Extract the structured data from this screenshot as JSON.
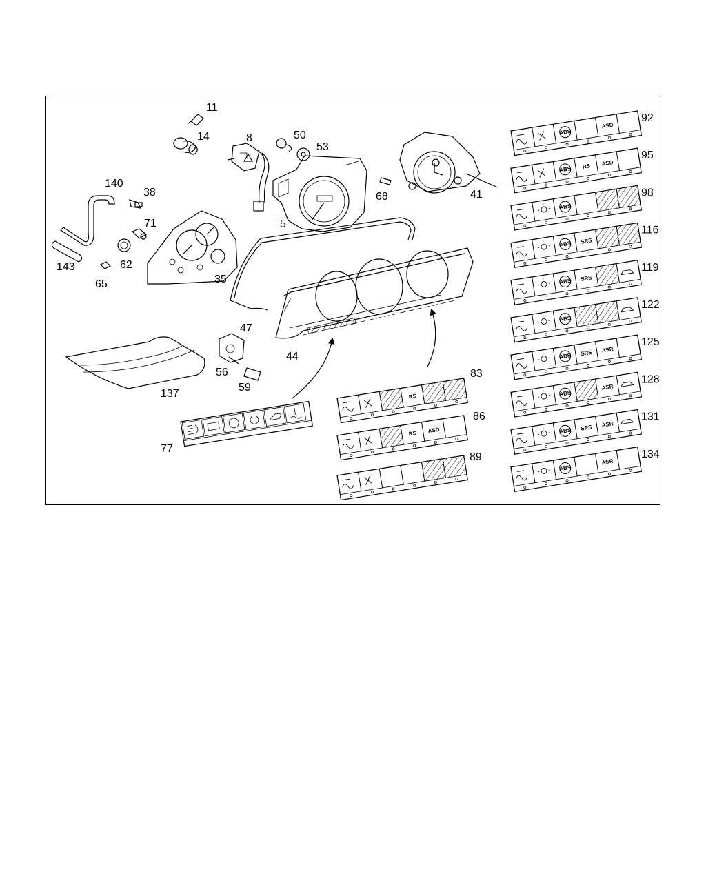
{
  "callouts": {
    "c11": "11",
    "c14": "14",
    "c8": "8",
    "c50": "50",
    "c53": "53",
    "c140": "140",
    "c38": "38",
    "c71": "71",
    "c62": "62",
    "c143": "143",
    "c65": "65",
    "c35": "35",
    "c5": "5",
    "c68": "68",
    "c41": "41",
    "c47": "47",
    "c44": "44",
    "c56": "56",
    "c59": "59",
    "c137": "137",
    "c77": "77",
    "c83": "83",
    "c86": "86",
    "c89": "89"
  },
  "strips": [
    {
      "callout": "92",
      "cells": [
        "wash",
        "belt",
        "ABS",
        "",
        "ASD",
        ""
      ]
    },
    {
      "callout": "95",
      "cells": [
        "wash",
        "belt",
        "ABS",
        "RS",
        "ASD",
        ""
      ]
    },
    {
      "callout": "98",
      "cells": [
        "wash",
        "bulb",
        "ABS",
        "",
        "hatch",
        "hatch"
      ]
    },
    {
      "callout": "116",
      "cells": [
        "wash",
        "bulb",
        "ABS",
        "SRS",
        "hatch",
        "hatch"
      ]
    },
    {
      "callout": "119",
      "cells": [
        "wash",
        "bulb",
        "ABS",
        "SRS",
        "hatch",
        "car"
      ]
    },
    {
      "callout": "122",
      "cells": [
        "wash",
        "bulb",
        "ABS",
        "hatch",
        "hatch",
        "car"
      ]
    },
    {
      "callout": "125",
      "cells": [
        "wash",
        "bulb",
        "ABS",
        "SRS",
        "ASR",
        ""
      ]
    },
    {
      "callout": "128",
      "cells": [
        "wash",
        "bulb",
        "ABS",
        "hatch",
        "ASR",
        "car"
      ]
    },
    {
      "callout": "131",
      "cells": [
        "wash",
        "bulb",
        "ABS",
        "SRS",
        "ASR",
        "car"
      ]
    },
    {
      "callout": "134",
      "cells": [
        "wash",
        "bulb",
        "ABS",
        "",
        "ASR",
        ""
      ]
    }
  ],
  "mid_strips": [
    {
      "callout": "83",
      "cells": [
        "wash",
        "belt",
        "hatch",
        "RS",
        "hatch",
        "hatch"
      ]
    },
    {
      "callout": "86",
      "cells": [
        "wash",
        "belt",
        "hatch",
        "RS",
        "ASD",
        ""
      ]
    },
    {
      "callout": "89",
      "cells": [
        "wash",
        "belt",
        "",
        "",
        "hatch",
        "hatch"
      ]
    }
  ],
  "warning_strip": {
    "callout": "77",
    "cells": [
      "headlight-icon",
      "battery-icon",
      "brake-icon",
      "bulb-icon",
      "oil-icon",
      "coolant-icon"
    ]
  },
  "colors": {
    "line": "#000000",
    "background": "#ffffff"
  }
}
